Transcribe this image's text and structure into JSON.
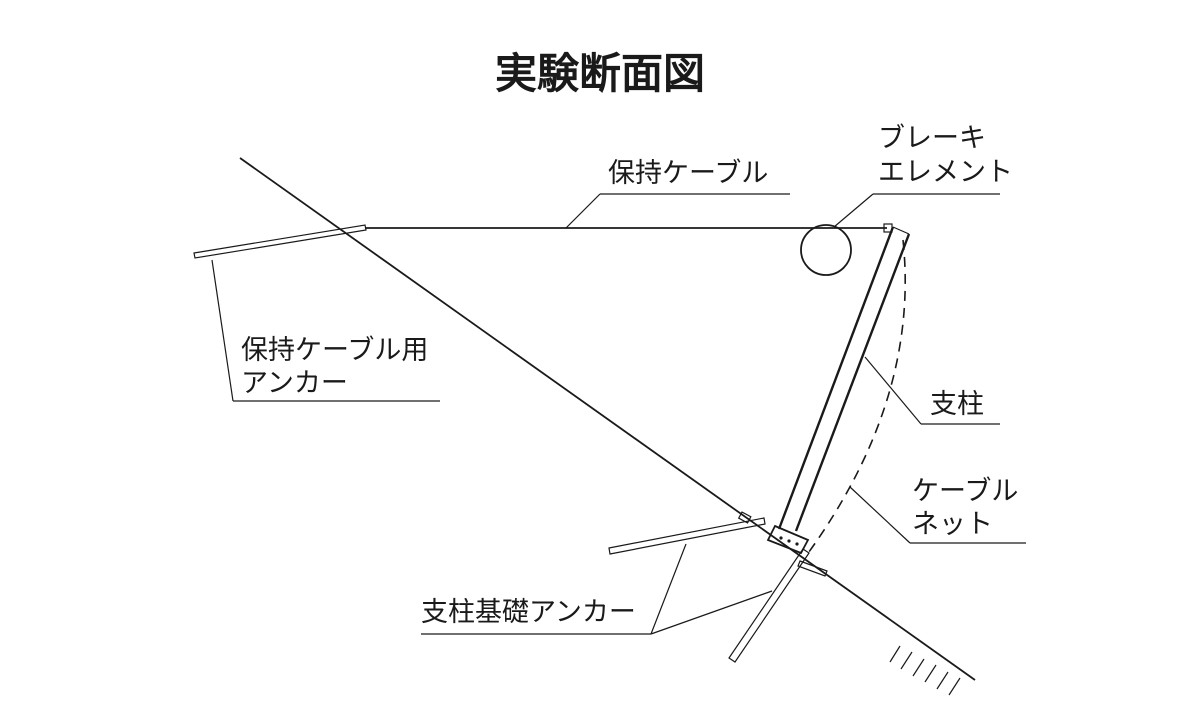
{
  "title": "実験断面図",
  "labels": {
    "holding_cable": "保持ケーブル",
    "brake_line1": "ブレーキ",
    "brake_line2": "エレメント",
    "holding_anchor_line1": "保持ケーブル用",
    "holding_anchor_line2": "アンカー",
    "post": "支柱",
    "cable_net_line1": "ケーブル",
    "cable_net_line2": "ネット",
    "post_base_anchor": "支柱基礎アンカー"
  }
}
